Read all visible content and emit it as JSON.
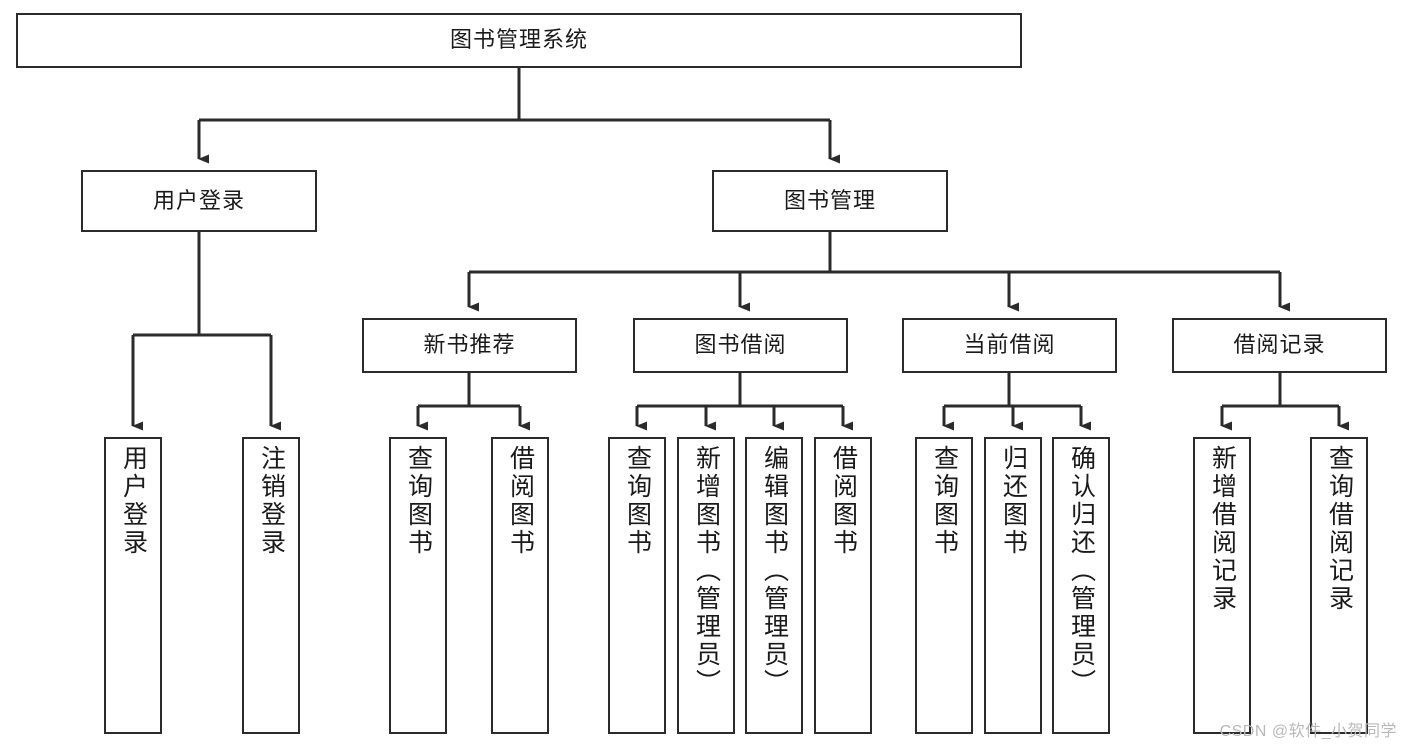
{
  "diagram": {
    "type": "tree-hierarchy",
    "title": "图书管理系统",
    "orientation": "top-down",
    "watermark": "CSDN @软件_小贺同学",
    "colors": {
      "box_border": "#2b2b2b",
      "connector": "#2b2b2b",
      "background": "#ffffff",
      "text": "#1a1a1a",
      "watermark": "#b9b9b9"
    },
    "levels": [
      {
        "level": 0,
        "nodes": [
          {
            "id": "root",
            "label": "图书管理系统",
            "orientation": "horizontal"
          }
        ]
      },
      {
        "level": 1,
        "nodes": [
          {
            "id": "login",
            "label": "用户登录",
            "orientation": "horizontal",
            "parent": "root"
          },
          {
            "id": "bookmgmt",
            "label": "图书管理",
            "orientation": "horizontal",
            "parent": "root"
          }
        ]
      },
      {
        "level": 2,
        "nodes": [
          {
            "id": "newbook",
            "label": "新书推荐",
            "orientation": "horizontal",
            "parent": "bookmgmt"
          },
          {
            "id": "borrow",
            "label": "图书借阅",
            "orientation": "horizontal",
            "parent": "bookmgmt"
          },
          {
            "id": "current",
            "label": "当前借阅",
            "orientation": "horizontal",
            "parent": "bookmgmt"
          },
          {
            "id": "records",
            "label": "借阅记录",
            "orientation": "horizontal",
            "parent": "bookmgmt"
          }
        ]
      },
      {
        "level": 3,
        "nodes": [
          {
            "id": "leaf1",
            "label": "用户登录",
            "orientation": "vertical",
            "parent": "login"
          },
          {
            "id": "leaf2",
            "label": "注销登录",
            "orientation": "vertical",
            "parent": "login"
          },
          {
            "id": "leaf3",
            "label": "查询图书",
            "orientation": "vertical",
            "parent": "newbook"
          },
          {
            "id": "leaf4",
            "label": "借阅图书",
            "orientation": "vertical",
            "parent": "newbook"
          },
          {
            "id": "leaf5",
            "label": "查询图书",
            "orientation": "vertical",
            "parent": "borrow"
          },
          {
            "id": "leaf6",
            "label": "新增图书（管理员）",
            "orientation": "vertical",
            "parent": "borrow"
          },
          {
            "id": "leaf7",
            "label": "编辑图书（管理员）",
            "orientation": "vertical",
            "parent": "borrow"
          },
          {
            "id": "leaf8",
            "label": "借阅图书",
            "orientation": "vertical",
            "parent": "borrow"
          },
          {
            "id": "leaf9",
            "label": "查询图书",
            "orientation": "vertical",
            "parent": "current"
          },
          {
            "id": "leaf10",
            "label": "归还图书",
            "orientation": "vertical",
            "parent": "current"
          },
          {
            "id": "leaf11",
            "label": "确认归还（管理员）",
            "orientation": "vertical",
            "parent": "current"
          },
          {
            "id": "leaf12",
            "label": "新增借阅记录",
            "orientation": "vertical",
            "parent": "records"
          },
          {
            "id": "leaf13",
            "label": "查询借阅记录",
            "orientation": "vertical",
            "parent": "records"
          }
        ]
      }
    ]
  }
}
